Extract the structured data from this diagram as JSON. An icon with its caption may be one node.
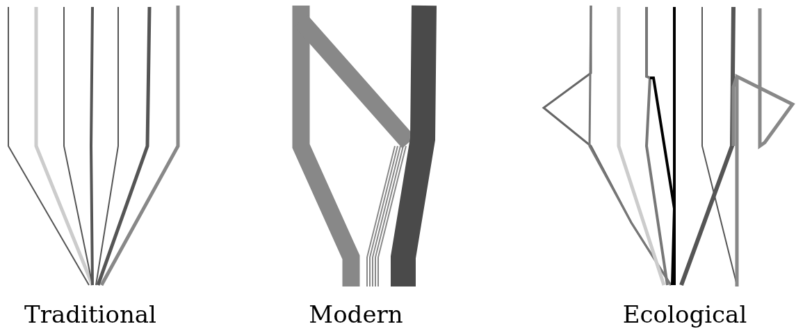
{
  "diagram": {
    "labels": [
      "Traditional",
      "Modern",
      "Ecological"
    ]
  }
}
